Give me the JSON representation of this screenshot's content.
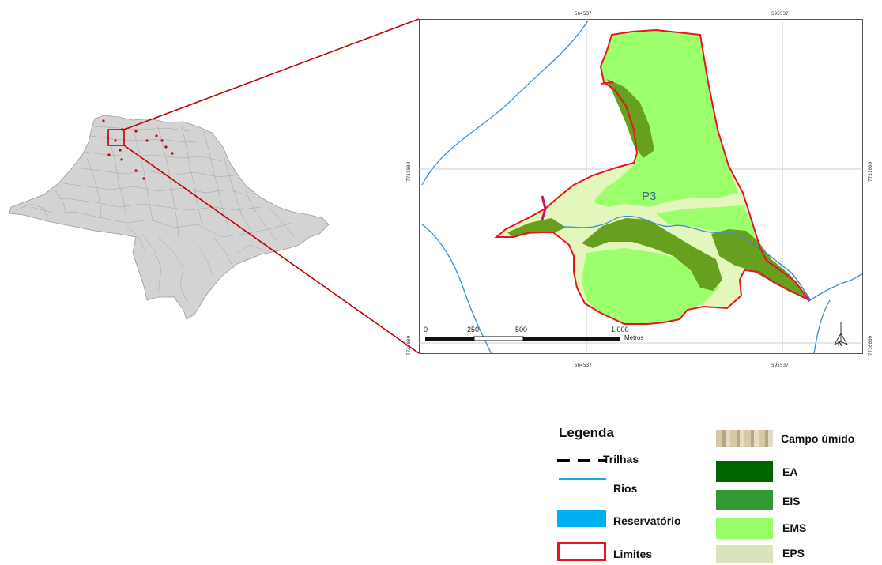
{
  "inset": {
    "frame_color": "#c00000"
  },
  "map": {
    "coords": {
      "x_left_top": "564537",
      "x_right_top": "595537",
      "x_left_bottom": "564537",
      "x_right_bottom": "595537",
      "y_upper_left": "7731009",
      "y_upper_right": "7731009",
      "y_lower_left": "7730009",
      "y_lower_right": "7730009"
    },
    "plot_label": "P3",
    "scale": {
      "t0": "0",
      "t1": "250",
      "t2": "500",
      "t3": "1.000",
      "unit": "Metros"
    },
    "north": "N",
    "colors": {
      "boundary": "#e8141e",
      "river": "#3a8fd0",
      "EA": "#0a6b0a",
      "EIS": "#66a01e",
      "EMS": "#9cff6c",
      "EPS": "#e3f7bd"
    }
  },
  "legend": {
    "title": "Legenda",
    "trilhas": "Trilhas",
    "rios": "Rios",
    "reservatorio": "Reservatório",
    "limites": "Limites",
    "campo_umido": "Campo úmido",
    "ea": "EA",
    "eis": "EIS",
    "ems": "EMS",
    "eps": "EPS",
    "colors": {
      "rios": "#1aa6e0",
      "reservatorio": "#00b0f0",
      "limites": "#e8141e",
      "ea": "#006400",
      "eis": "#339933",
      "ems": "#99ff66",
      "eps": "#d8e4bc",
      "campo_umido": "#c8b89a"
    }
  }
}
